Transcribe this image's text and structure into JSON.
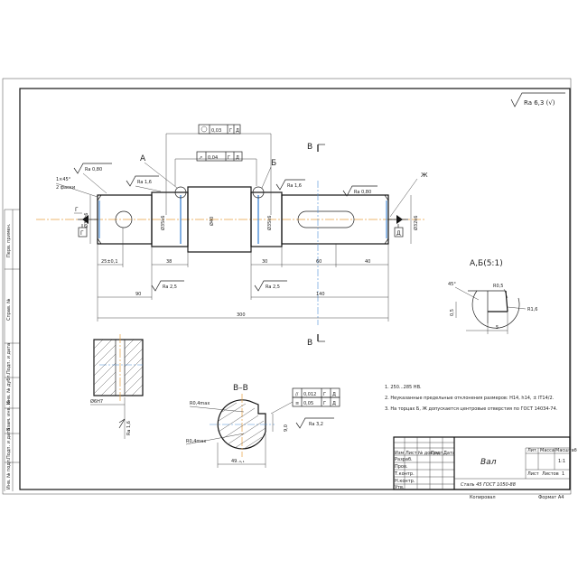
{
  "roughness_general": "Ra 6,3 (√)",
  "part_name": "Вал",
  "material": "Сталь 45 ГОСТ 1050-88",
  "scale": "1:1",
  "title_block": {
    "col_letter": "Лит.",
    "col_mass": "Масса",
    "col_scale": "Масштаб",
    "sheet": "Лист",
    "sheets": "Листов",
    "sheets_count": "1",
    "row_labels": [
      "Изм",
      "Лист",
      "№ докум.",
      "Подп.",
      "Дата"
    ],
    "roles": [
      "Разраб.",
      "Пров.",
      "Т.контр.",
      "Н.контр.",
      "Утв."
    ],
    "copied": "Копировал",
    "format": "Формат А4"
  },
  "side_strip": [
    "Перв. примен.",
    "Справ. №",
    "Подп. и дата",
    "Инв. № дубл.",
    "Взам. инв. №",
    "Подп. и дата",
    "Инв. № подл."
  ],
  "notes": [
    "1. 250...285 HB.",
    "2. Неуказанные предельные отклонения размеров: H14, h14, ± IT14/2.",
    "3. На торцах Б, Ж допускается центровые отверстия по ГОСТ 14034-74."
  ],
  "section_labels": {
    "a": "А",
    "b": "Б",
    "v": "В",
    "zh": "Ж",
    "g": "Г",
    "d": "Д",
    "detail": "А,Б(5:1)",
    "section": "В–В"
  },
  "dims": {
    "d_left": "Ø32k6",
    "d_journal_l": "Ø35k6",
    "d_mid": "Ø40",
    "d_journal_r": "Ø35k6",
    "d_right": "Ø32k6",
    "chamfer": "1×45°",
    "two_chamfers": "2 фаски",
    "len_25": "25±0,1",
    "len_38": "38",
    "len_30": "30",
    "len_60": "60",
    "len_40": "40",
    "len_90": "90",
    "len_140": "140",
    "len_300": "300",
    "ra_080_l": "Ra 0,80",
    "ra_16_l": "Ra 1,6",
    "ra_16_r": "Ra 1,6",
    "ra_080_r": "Ra 0,80",
    "ra_25_l": "Ra 2,5",
    "ra_25_r": "Ra 2,5",
    "runout_top": "0,03",
    "runout_top_base": "Г",
    "runout_top_base2": "Д",
    "runout_mid": "0,04",
    "runout_mid_base": "Г",
    "runout_mid_base2": "Д",
    "detail_r05": "R0,5",
    "detail_r16": "R1,6",
    "detail_45": "45°",
    "detail_05": "0,5",
    "detail_5": "5",
    "hole_d": "Ø6H7",
    "hole_ra": "Ra 1,6",
    "key_tol_1": "0,012",
    "key_tol_1_b1": "Г",
    "key_tol_1_b2": "Д",
    "key_tol_2": "0,05",
    "key_tol_2_b1": "Г",
    "key_tol_2_b2": "Д",
    "key_ra": "Ra 3,2",
    "key_depth": "9,0",
    "key_width": "Ø",
    "sec_r1": "R0,4max",
    "sec_r2": "R0,4max",
    "sec_width": "49₋₀,₁"
  }
}
